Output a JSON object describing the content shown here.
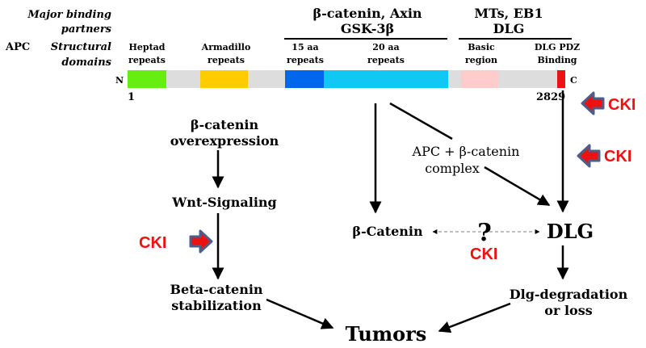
{
  "header": {
    "major_binding_line1": "Major binding",
    "major_binding_line2": "partners",
    "apc_label": "APC",
    "structural_line1": "Structural",
    "structural_line2": "domains"
  },
  "partners": {
    "beta_catenin_axin": "β-catenin, Axin",
    "gsk3b": "GSK-3β",
    "mts_eb1": "MTs, EB1",
    "dlg": "DLG"
  },
  "domains": {
    "heptad_1": "Heptad",
    "heptad_2": "repeats",
    "armadillo_1": "Armadillo",
    "armadillo_2": "repeats",
    "aa15_1": "15 aa",
    "aa15_2": "repeats",
    "aa20": "20 aa",
    "aa20_2": "repeats",
    "basic_1": "Basic",
    "basic_2": "region",
    "dlg_pdz_1": "DLG PDZ",
    "dlg_pdz_2": "Binding"
  },
  "protein": {
    "n_term": "N",
    "c_term": "C",
    "start": "1",
    "end": "2829"
  },
  "colors": {
    "bar": "#dddddd",
    "heptad": "#66ee11",
    "armadillo": "#ffcc00",
    "aa15": "#0066ee",
    "aa20": "#11c8f4",
    "basic": "#ffcccc",
    "pdz": "#ee1111",
    "cki_text": "#ee1111",
    "cki_arrow_fill": "#ee1111",
    "cki_arrow_edge": "#4a5f8a"
  },
  "pathway": {
    "beta_over_1": "β-catenin",
    "beta_over_2": "overexpression",
    "wnt": "Wnt-Signaling",
    "stab_1": "Beta-catenin",
    "stab_2": "stabilization",
    "tumors": "Tumors",
    "complex_1": "APC + β-catenin",
    "complex_2": "complex",
    "b_catenin": "β-Catenin",
    "dlg_node": "DLG",
    "question": "?",
    "dlg_deg_1": "Dlg-degradation",
    "dlg_deg_2": "or loss"
  },
  "cki": {
    "label": "CKI"
  }
}
